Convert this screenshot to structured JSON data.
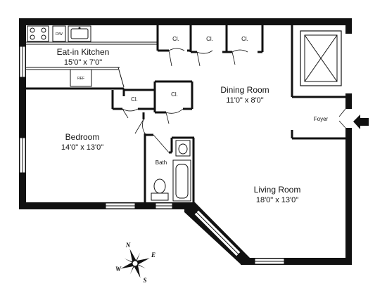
{
  "rooms": {
    "kitchen": {
      "name": "Eat-in Kitchen",
      "dims": "15'0\" x 7'0\""
    },
    "dining": {
      "name": "Dining Room",
      "dims": "11'0\" x 8'0\""
    },
    "bedroom": {
      "name": "Bedroom",
      "dims": "14'0\" x 13'0\""
    },
    "living": {
      "name": "Living Room",
      "dims": "18'0\" x 13'0\""
    },
    "bath": {
      "name": "Bath"
    },
    "foyer": {
      "name": "Foyer"
    }
  },
  "closets": [
    "Cl.",
    "Cl.",
    "Cl.",
    "Cl.",
    "Cl."
  ],
  "appliances": {
    "dishwasher": "D/W",
    "refrigerator": "REF"
  },
  "compass": {
    "n": "N",
    "e": "E",
    "s": "S",
    "w": "W"
  },
  "icons": [
    "compass-rose-icon",
    "entry-arrow-icon",
    "stove-icon",
    "sink-icon",
    "toilet-icon",
    "bathtub-icon",
    "elevator-shaft-icon"
  ]
}
